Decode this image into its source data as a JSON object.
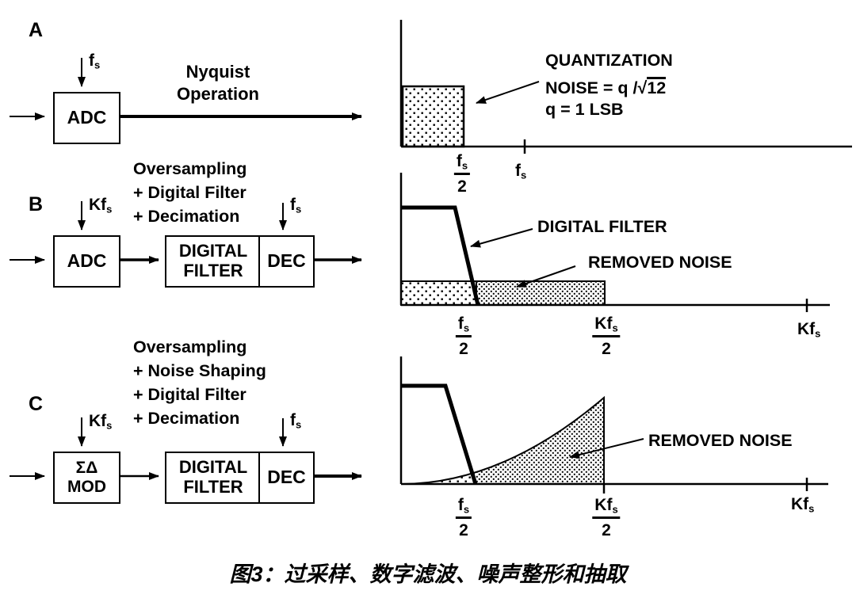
{
  "caption": "图3：过采样、数字滤波、噪声整形和抽取",
  "symbols": {
    "f": "f",
    "s": "s",
    "Kf": "Kf",
    "two": "2",
    "radical": "√"
  },
  "blocks": {
    "adc": "ADC",
    "digital_filter_line1": "DIGITAL",
    "digital_filter_line2": "FILTER",
    "dec": "DEC",
    "mod_line1": "ΣΔ",
    "mod_line2": "MOD"
  },
  "sections": {
    "a": {
      "tag": "A",
      "mode_lines": [
        "Nyquist",
        "Operation"
      ],
      "quant_line1": "QUANTIZATION",
      "quant_line2_prefix": "NOISE = q /",
      "quant_sqrt_value": "12",
      "quant_line3": "q = 1 LSB"
    },
    "b": {
      "tag": "B",
      "mode_lines": [
        "Oversampling",
        "+ Digital Filter",
        "+ Decimation"
      ],
      "annot_digital_filter": "DIGITAL FILTER",
      "annot_removed_noise": "REMOVED NOISE"
    },
    "c": {
      "tag": "C",
      "mode_lines": [
        "Oversampling",
        "+ Noise Shaping",
        "+ Digital Filter",
        "+ Decimation"
      ],
      "annot_removed_noise": "REMOVED NOISE"
    }
  },
  "colors": {
    "ink": "#000000",
    "background": "#ffffff"
  }
}
